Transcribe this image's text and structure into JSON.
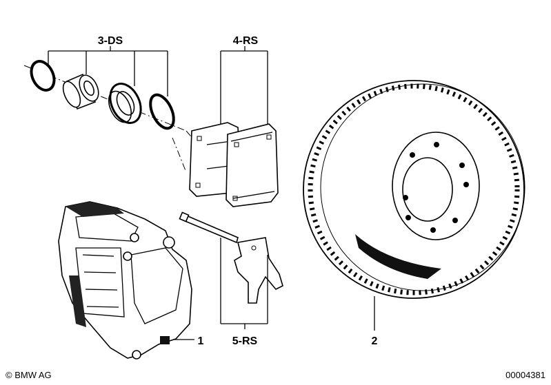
{
  "diagram": {
    "labels": {
      "seal_kit": "3-DS",
      "pad_set": "4-RS",
      "repair_set": "5-RS",
      "caliper": "1",
      "brake_disc": "2"
    }
  },
  "footer": {
    "copyright": "© BMW AG",
    "diagram_number": "00004381"
  }
}
